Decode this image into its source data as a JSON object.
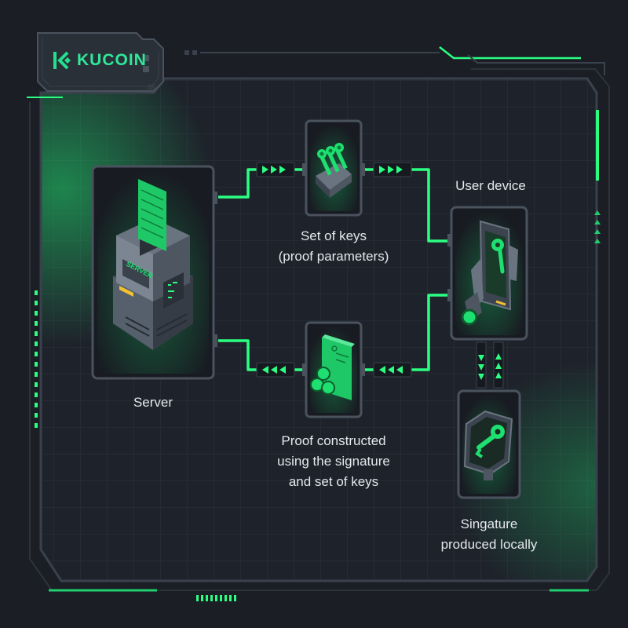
{
  "brand": {
    "name": "KUCOIN",
    "color": "#24e08e"
  },
  "colors": {
    "background": "#1b1e25",
    "panel": "#1e232b",
    "accent": "#2bff82",
    "frame": "#3a414c"
  },
  "nodes": {
    "server": {
      "label": "Server",
      "icon": "server-icon"
    },
    "keys": {
      "label_line1": "Set of keys",
      "label_line2": "(proof parameters)",
      "icon": "keys-icon"
    },
    "proof": {
      "label_line1": "Proof constructed",
      "label_line2": "using the signature",
      "label_line3": "and set of keys",
      "icon": "proof-card-icon"
    },
    "device": {
      "label": "User device",
      "icon": "phone-icon"
    },
    "signature": {
      "label_line1": "Singature",
      "label_line2": "produced locally",
      "icon": "signature-tablet-icon"
    }
  }
}
